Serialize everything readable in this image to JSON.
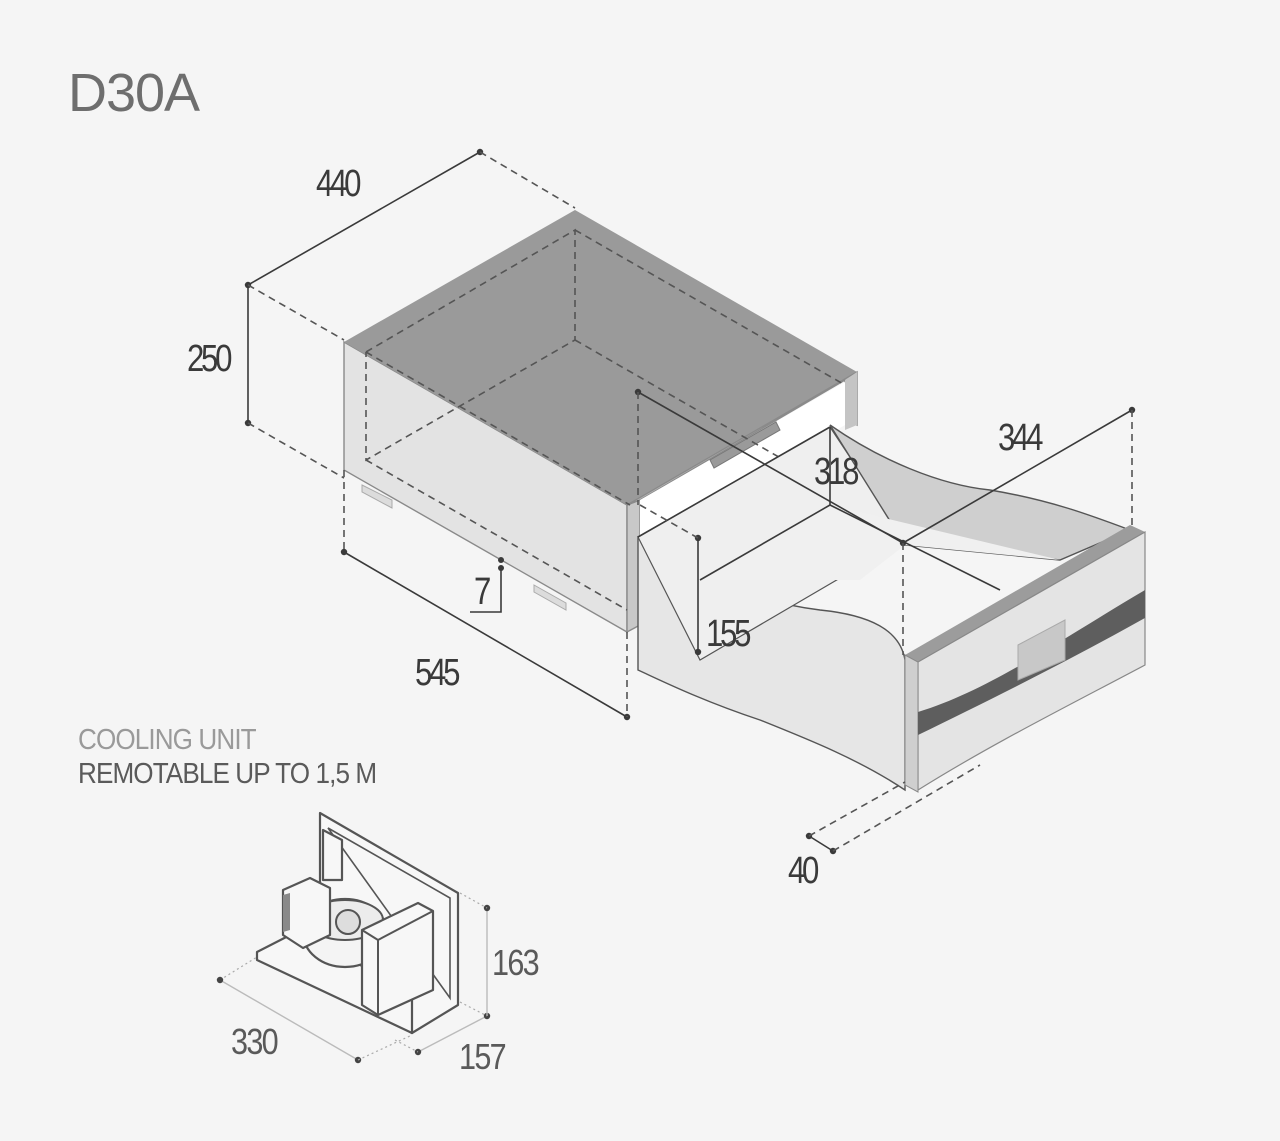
{
  "title": "D30A",
  "colors": {
    "background": "#f5f5f5",
    "cabinet_top": "#999999",
    "cabinet_side": "#e4e4e4",
    "drawer_band": "#5e5e5e",
    "line": "#3a3a3a",
    "dashed": "#555555"
  },
  "cabinet_dimensions": {
    "width": "440",
    "height": "250",
    "depth": "545",
    "inner_width": "318",
    "drawer_width": "344",
    "drawer_height": "155",
    "gap": "7",
    "front_thickness": "40"
  },
  "cooling_unit": {
    "label": "COOLING UNIT",
    "note": "REMOTABLE UP TO 1,5 M",
    "width": "330",
    "depth": "157",
    "height": "163"
  }
}
